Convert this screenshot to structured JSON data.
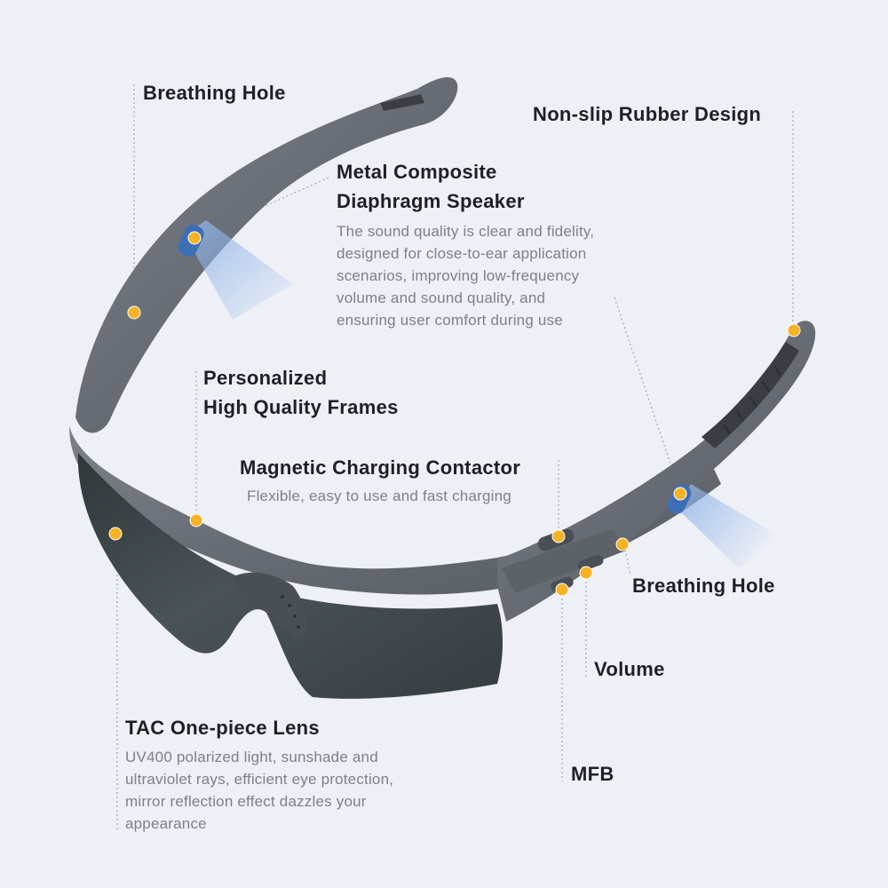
{
  "callouts": {
    "breathing_hole_top": {
      "title": "Breathing Hole"
    },
    "non_slip": {
      "title": "Non-slip Rubber Design"
    },
    "speaker": {
      "title_lines": [
        "Metal Composite",
        "Diaphragm Speaker"
      ],
      "desc_lines": [
        "The sound quality is clear and fidelity,",
        "designed for close-to-ear application",
        "scenarios, improving low-frequency",
        "volume and sound quality, and",
        "ensuring user comfort during use"
      ]
    },
    "frames": {
      "title_lines": [
        "Personalized",
        "High Quality Frames"
      ]
    },
    "charging": {
      "title": "Magnetic Charging Contactor",
      "desc": "Flexible, easy to use and fast charging"
    },
    "breathing_hole_right": {
      "title": "Breathing Hole"
    },
    "volume": {
      "title": "Volume"
    },
    "mfb": {
      "title": "MFB"
    },
    "lens": {
      "title": "TAC One-piece Lens",
      "desc_lines": [
        "UV400 polarized light, sunshade and",
        "ultraviolet rays, efficient eye protection,",
        "mirror reflection effect dazzles your",
        "appearance"
      ]
    }
  },
  "colors": {
    "background": "#eef0f6",
    "frame": "#6b7078",
    "lens": "#3a4346",
    "marker": "#f5b325",
    "speaker_glow": "#8fb4e8",
    "leader_line": "#9a9ca3"
  }
}
